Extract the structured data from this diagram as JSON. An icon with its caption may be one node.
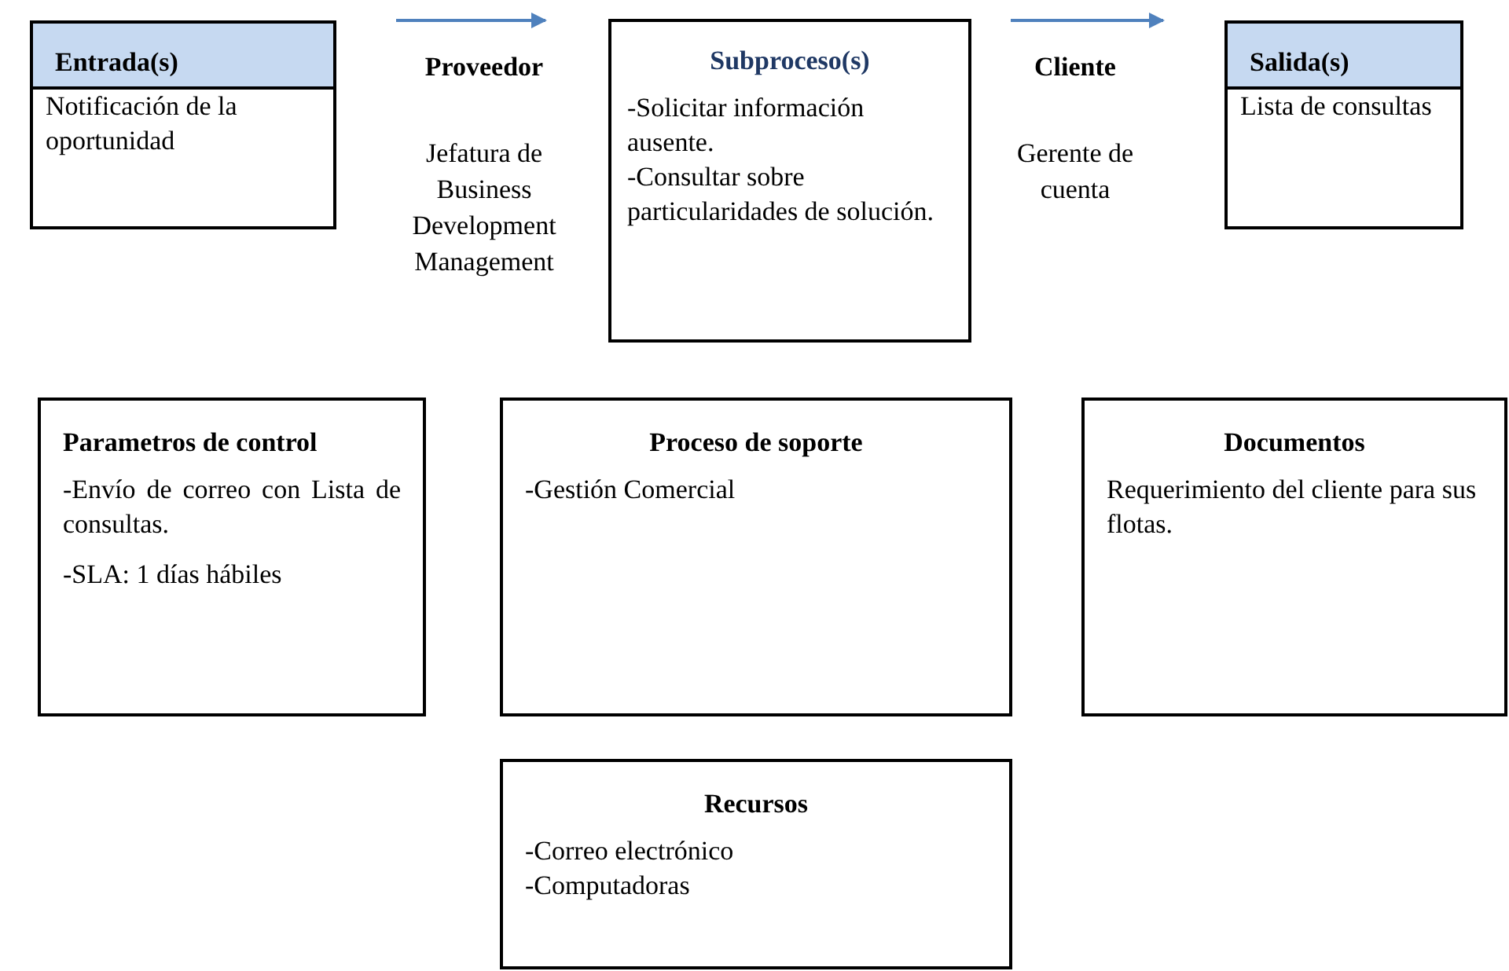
{
  "diagram": {
    "nodes": [
      {
        "text": [
          "Entrada(s)",
          "Notificación de la oportunidad"
        ]
      },
      {
        "text": [
          "Subproceso(s)",
          "-Solicitar información ausente.",
          "-Consultar sobre particularidades de solución."
        ]
      },
      {
        "text": [
          "Salida(s)",
          "Lista de consultas"
        ]
      },
      {
        "text": [
          "Parametros de control",
          "-Envío de correo con Lista de consultas.",
          "-SLA: 1 días hábiles"
        ]
      },
      {
        "text": [
          "Proceso de soporte",
          "-Gestión Comercial"
        ]
      },
      {
        "text": [
          "Documentos",
          "Requerimiento del cliente para sus flotas."
        ]
      },
      {
        "text": [
          "Recursos",
          "-Correo electrónico",
          "-Computadoras"
        ]
      }
    ],
    "labels": [
      "Proveedor",
      "Jefatura de Business Development Management",
      "Cliente",
      "Gerente de cuenta"
    ]
  }
}
